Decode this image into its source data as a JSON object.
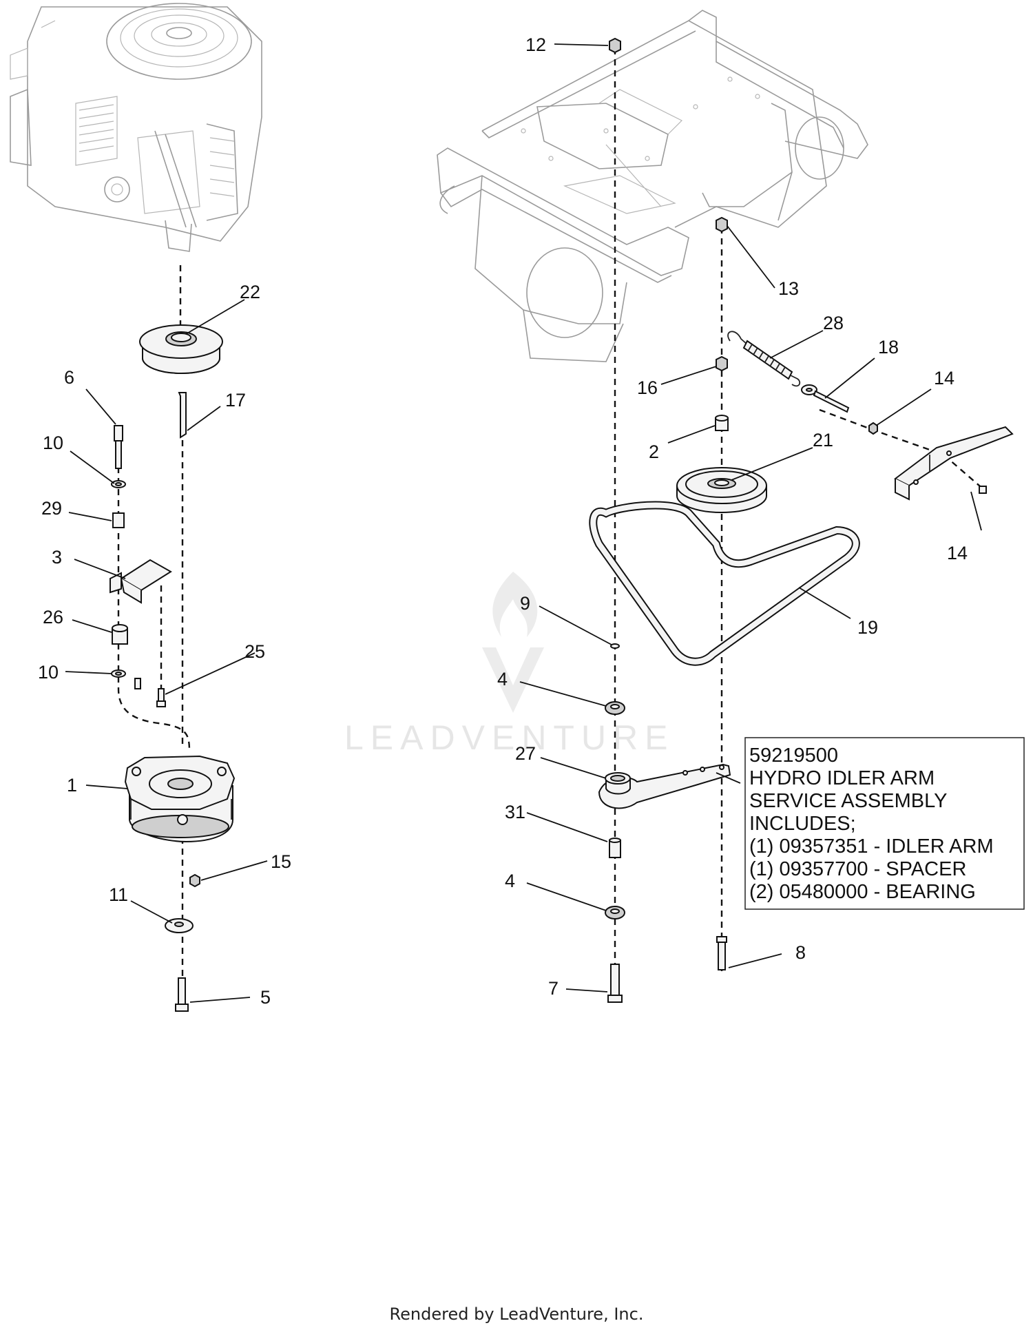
{
  "callouts": [
    {
      "id": "c12",
      "label": "12"
    },
    {
      "id": "c22",
      "label": "22"
    },
    {
      "id": "c13",
      "label": "13"
    },
    {
      "id": "c28",
      "label": "28"
    },
    {
      "id": "c18",
      "label": "18"
    },
    {
      "id": "c6",
      "label": "6"
    },
    {
      "id": "c17",
      "label": "17"
    },
    {
      "id": "c16",
      "label": "16"
    },
    {
      "id": "c14a",
      "label": "14"
    },
    {
      "id": "c10a",
      "label": "10"
    },
    {
      "id": "c2",
      "label": "2"
    },
    {
      "id": "c21",
      "label": "21"
    },
    {
      "id": "c29",
      "label": "29"
    },
    {
      "id": "c14b",
      "label": "14"
    },
    {
      "id": "c3",
      "label": "3"
    },
    {
      "id": "c9",
      "label": "9"
    },
    {
      "id": "c26",
      "label": "26"
    },
    {
      "id": "c19",
      "label": "19"
    },
    {
      "id": "c25",
      "label": "25"
    },
    {
      "id": "c10b",
      "label": "10"
    },
    {
      "id": "c4a",
      "label": "4"
    },
    {
      "id": "c27",
      "label": "27"
    },
    {
      "id": "c1",
      "label": "1"
    },
    {
      "id": "c31",
      "label": "31"
    },
    {
      "id": "c15",
      "label": "15"
    },
    {
      "id": "c4b",
      "label": "4"
    },
    {
      "id": "c11",
      "label": "11"
    },
    {
      "id": "c8",
      "label": "8"
    },
    {
      "id": "c7",
      "label": "7"
    },
    {
      "id": "c5",
      "label": "5"
    }
  ],
  "assembly_box": {
    "lines": [
      "59219500",
      "HYDRO IDLER ARM",
      "SERVICE ASSEMBLY",
      "INCLUDES;",
      "(1) 09357351 - IDLER ARM",
      "(1) 09357700 - SPACER",
      "(2) 05480000 - BEARING"
    ]
  },
  "watermark": "LEADVENTURE",
  "footer": "Rendered by LeadVenture, Inc."
}
